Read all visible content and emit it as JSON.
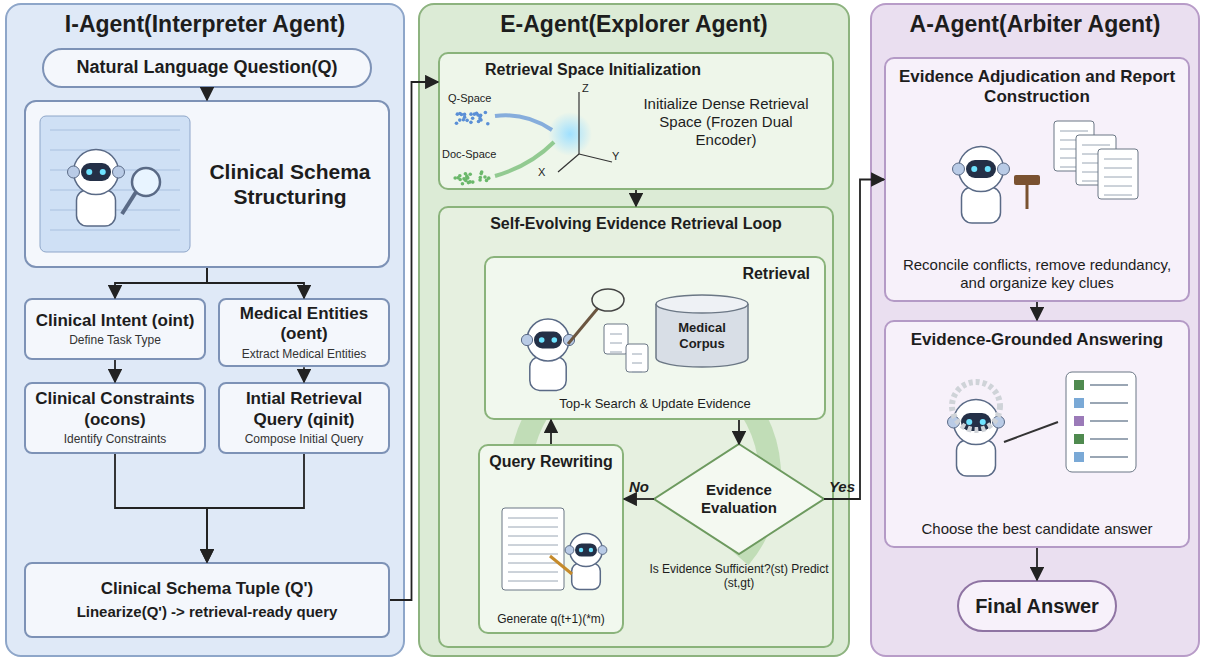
{
  "diagram": {
    "nodes": [
      {
        "text": [
          "I-Agent(Interpreter Agent)"
        ]
      },
      {
        "text": [
          "Natural Language Question(Q)"
        ],
        "in": 0
      },
      {
        "text": [
          "Clinical Schema Structuring"
        ],
        "in": 0
      },
      {
        "text": [
          "Clinical Intent (oint)",
          "Define Task Type"
        ],
        "in": 0
      },
      {
        "text": [
          "Medical Entities (oent)",
          "Extract Medical Entities"
        ],
        "in": 0
      },
      {
        "text": [
          "Clinical Constraints (ocons)",
          "Identify Constraints"
        ],
        "in": 0
      },
      {
        "text": [
          "Intial Retrieval Query (qinit)",
          "Compose Initial Query"
        ],
        "in": 0
      },
      {
        "text": [
          "Clinical Schema Tuple (Q')",
          "Linearize(Q') -> retrieval-ready query"
        ],
        "in": 0
      },
      {
        "text": [
          "E-Agent(Explorer Agent)"
        ]
      },
      {
        "text": [
          "Retrieval Space Initialization",
          "Initialize Dense Retrieval Space (Frozen Dual Encoder)"
        ],
        "in": 8
      },
      {
        "text": [
          "Self-Evolving Evidence Retrieval Loop"
        ],
        "in": 8
      },
      {
        "text": [
          "Retrieval",
          "Top-k Search & Update Evidence"
        ],
        "in": 10
      },
      {
        "text": [
          "Medical Corpus"
        ],
        "in": 11
      },
      {
        "text": [
          "Query Rewriting",
          "Generate q(t+1)(*m)"
        ],
        "in": 10
      },
      {
        "text": [
          "Evidence Evaluation",
          "Is Evidence Sufficient?(st) Predict (st,gt)"
        ],
        "in": 10
      },
      {
        "text": [
          "A-Agent(Arbiter Agent)"
        ]
      },
      {
        "text": [
          "Evidence Adjudication and Report Construction",
          "Reconcile conflicts, remove redundancy, and organize key clues"
        ],
        "in": 15
      },
      {
        "text": [
          "Evidence-Grounded Answering",
          "Choose the best candidate answer"
        ],
        "in": 15
      },
      {
        "text": [
          "Final Answer"
        ],
        "in": 15
      }
    ],
    "edges": [
      {
        "from": 1,
        "to": 2,
        "arrow": "to"
      },
      {
        "from": 2,
        "to": 3,
        "arrow": "to"
      },
      {
        "from": 2,
        "to": 4,
        "arrow": "to"
      },
      {
        "from": 3,
        "to": 5,
        "arrow": "to"
      },
      {
        "from": 4,
        "to": 6,
        "arrow": "to"
      },
      {
        "from": 5,
        "to": 7,
        "arrow": "to"
      },
      {
        "from": 6,
        "to": 7,
        "arrow": "to"
      },
      {
        "from": 7,
        "to": 9,
        "arrow": "to"
      },
      {
        "from": 9,
        "to": 10,
        "arrow": "to"
      },
      {
        "from": 11,
        "to": 14,
        "arrow": "to"
      },
      {
        "from": 14,
        "to": 13,
        "label": "No",
        "arrow": "to"
      },
      {
        "from": 13,
        "to": 11,
        "arrow": "to"
      },
      {
        "from": 14,
        "to": 16,
        "label": "Yes",
        "arrow": "to"
      },
      {
        "from": 16,
        "to": 17,
        "arrow": "to"
      },
      {
        "from": 17,
        "to": 18,
        "arrow": "to"
      }
    ],
    "labels": [
      "Q-Space",
      "Doc-Space",
      "Z",
      "X",
      "Y"
    ]
  }
}
